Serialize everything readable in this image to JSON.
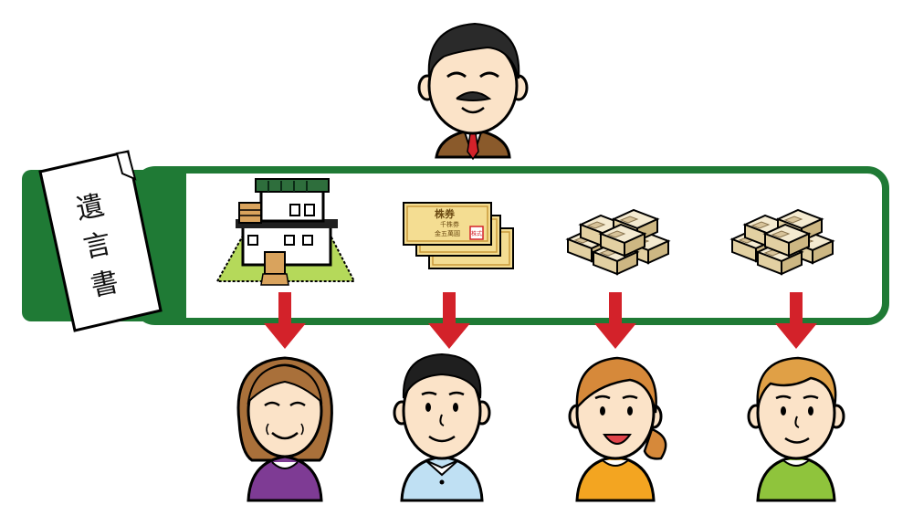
{
  "will": {
    "chars": [
      "遺",
      "言",
      "書"
    ]
  },
  "assets": {
    "house": {
      "icon": "house-icon"
    },
    "stocks": {
      "icon": "stock-certificate-icon",
      "title": "株券",
      "denomination": "千株券",
      "amount": "金五萬圓",
      "seal": "株式"
    },
    "cash1": {
      "icon": "cash-stacks-icon"
    },
    "cash2": {
      "icon": "cash-stacks-icon"
    }
  },
  "people": {
    "testator": {
      "icon": "elderly-man-icon"
    },
    "heirs": [
      {
        "icon": "wife-icon",
        "shirt_color": "#7e3b94"
      },
      {
        "icon": "son-icon",
        "shirt_color": "#bfe0f3"
      },
      {
        "icon": "daughter-icon",
        "shirt_color": "#f3a521"
      },
      {
        "icon": "boy-icon",
        "shirt_color": "#8fc43c"
      }
    ]
  },
  "colors": {
    "frame_green": "#1f7a35",
    "arrow_red": "#d3222a",
    "skin": "#fbe3c8",
    "suit_brown": "#8a5a2b",
    "gold_paper": "#f4dd92",
    "cash": "#e8d9b0",
    "lawn_green": "#b5d95a"
  }
}
